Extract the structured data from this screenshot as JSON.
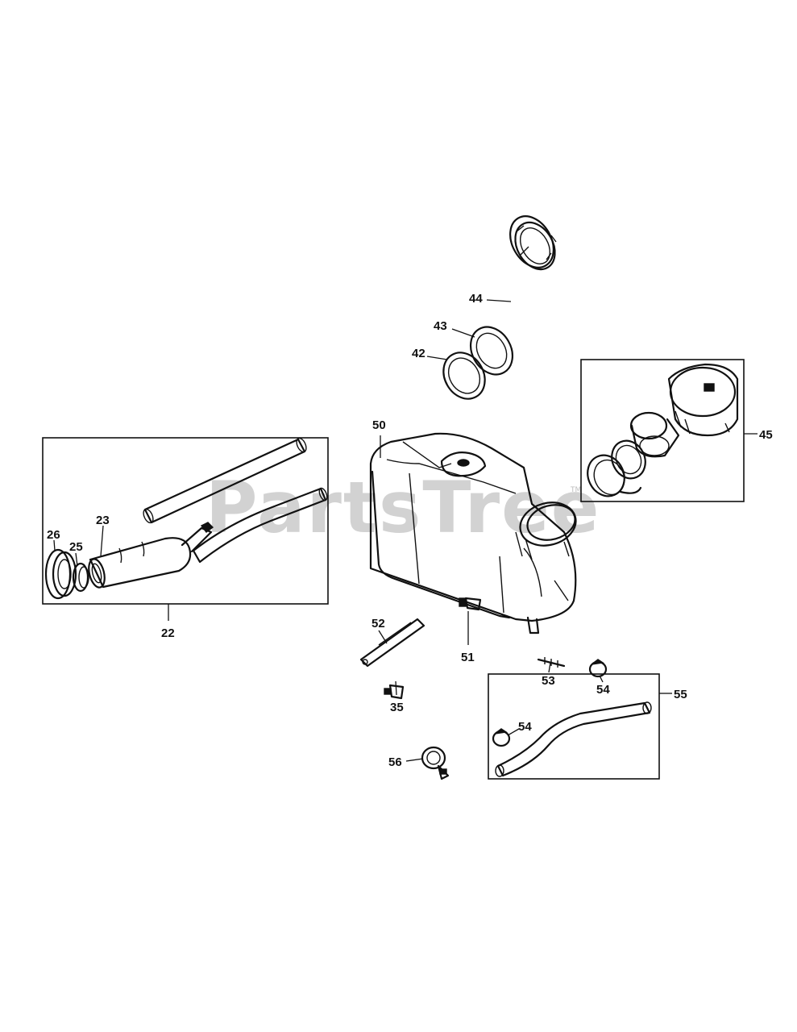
{
  "watermark": {
    "text": "PartsTree",
    "trademark": "TM"
  },
  "callouts": {
    "c22": "22",
    "c23": "23",
    "c25": "25",
    "c26": "26",
    "c35": "35",
    "c42": "42",
    "c43": "43",
    "c44": "44",
    "c45": "45",
    "c50": "50",
    "c51": "51",
    "c52": "52",
    "c53": "53",
    "c54a": "54",
    "c54b": "54",
    "c55": "55",
    "c56": "56"
  }
}
